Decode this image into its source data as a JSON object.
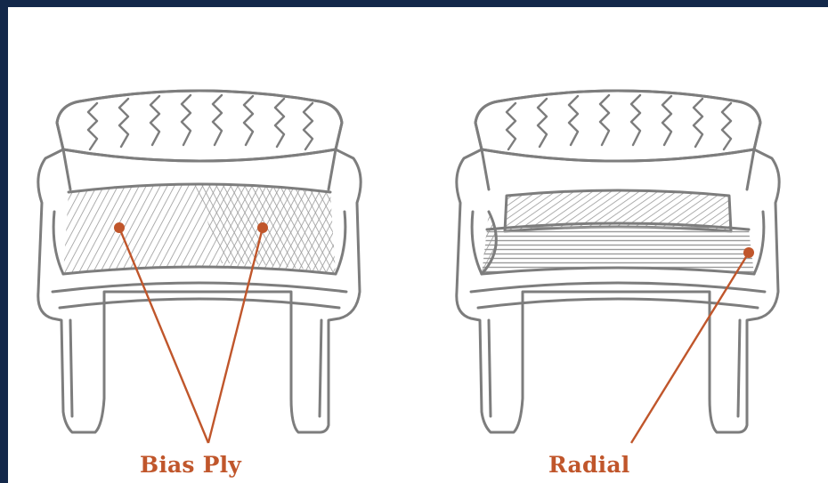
{
  "colors": {
    "outline": "#7d7d7d",
    "hatch": "#9a9a9a",
    "accent": "#c0562b",
    "frame": "#13284a",
    "background": "#ffffff"
  },
  "figures": [
    {
      "id": "bias-ply",
      "label": "Bias Ply"
    },
    {
      "id": "radial",
      "label": "Radial"
    }
  ]
}
